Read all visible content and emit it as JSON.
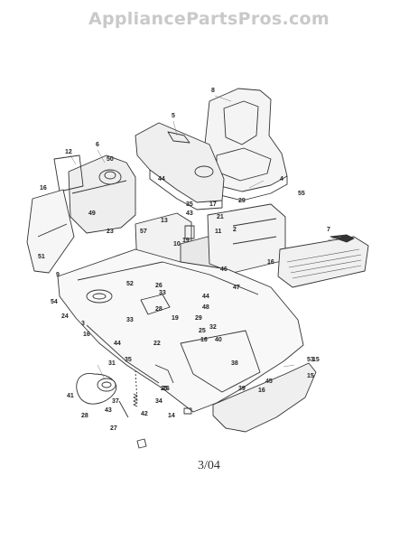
{
  "watermark": "AppliancePartsPros.com",
  "date_code": "3/04",
  "part_callouts": [
    "8",
    "5",
    "6",
    "50",
    "12",
    "4",
    "16",
    "44",
    "35",
    "55",
    "17",
    "29",
    "43",
    "7",
    "13",
    "11",
    "2",
    "57",
    "10",
    "19",
    "49",
    "23",
    "21",
    "51",
    "46",
    "9",
    "16",
    "47",
    "52",
    "54",
    "15",
    "26",
    "44",
    "24",
    "33",
    "48",
    "28",
    "3",
    "29",
    "25",
    "19",
    "32",
    "16",
    "40",
    "16",
    "44",
    "22",
    "33",
    "53",
    "35",
    "38",
    "15",
    "31",
    "39",
    "45",
    "41",
    "37",
    "25",
    "16",
    "26",
    "34",
    "42",
    "14",
    "28",
    "43",
    "27"
  ]
}
